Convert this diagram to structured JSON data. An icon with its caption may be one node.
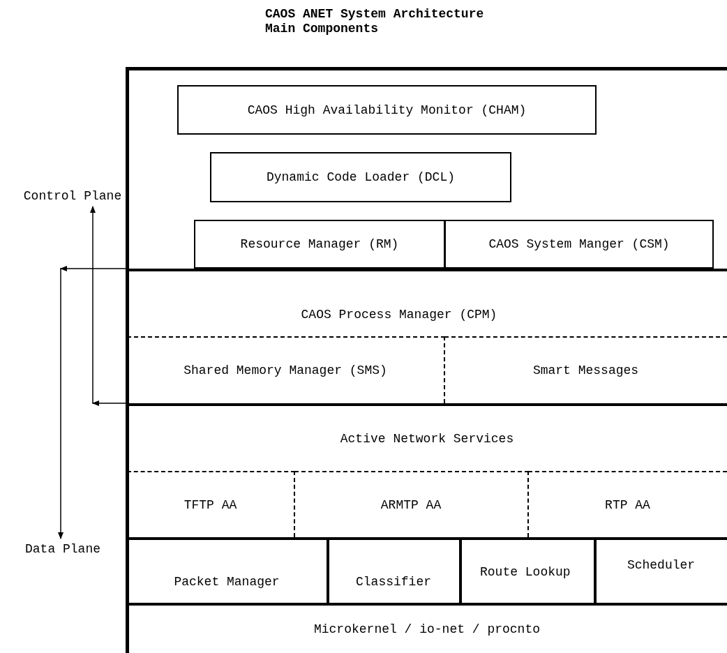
{
  "diagram": {
    "title": "CAOS ANET System Architecture Main Components",
    "nodes": [
      {
        "text": [
          "CAOS High Availability Monitor (CHAM)"
        ]
      },
      {
        "text": [
          "Dynamic Code Loader (DCL)"
        ]
      },
      {
        "text": [
          "Resource Manager (RM)"
        ]
      },
      {
        "text": [
          "CAOS System Manger (CSM)"
        ]
      },
      {
        "text": [
          "CAOS Process Manager (CPM)"
        ]
      },
      {
        "text": [
          "Shared Memory Manager (SMS)"
        ]
      },
      {
        "text": [
          "Smart Messages"
        ]
      },
      {
        "text": [
          "Active Network Services"
        ]
      },
      {
        "text": [
          "TFTP AA"
        ]
      },
      {
        "text": [
          "ARMTP AA"
        ]
      },
      {
        "text": [
          "RTP AA"
        ]
      },
      {
        "text": [
          "Packet Manager"
        ]
      },
      {
        "text": [
          "Classifier"
        ]
      },
      {
        "text": [
          "Route Lookup"
        ]
      },
      {
        "text": [
          "Scheduler"
        ]
      },
      {
        "text": [
          "Microkernel / io-net / procnto"
        ]
      },
      {
        "text": [
          "Control Plane"
        ]
      },
      {
        "text": [
          "Data Plane"
        ]
      }
    ],
    "edges": [
      {
        "from": 4,
        "to": 17,
        "arrow": "to"
      },
      {
        "from": 5,
        "to": 16,
        "arrow": "to"
      }
    ]
  }
}
